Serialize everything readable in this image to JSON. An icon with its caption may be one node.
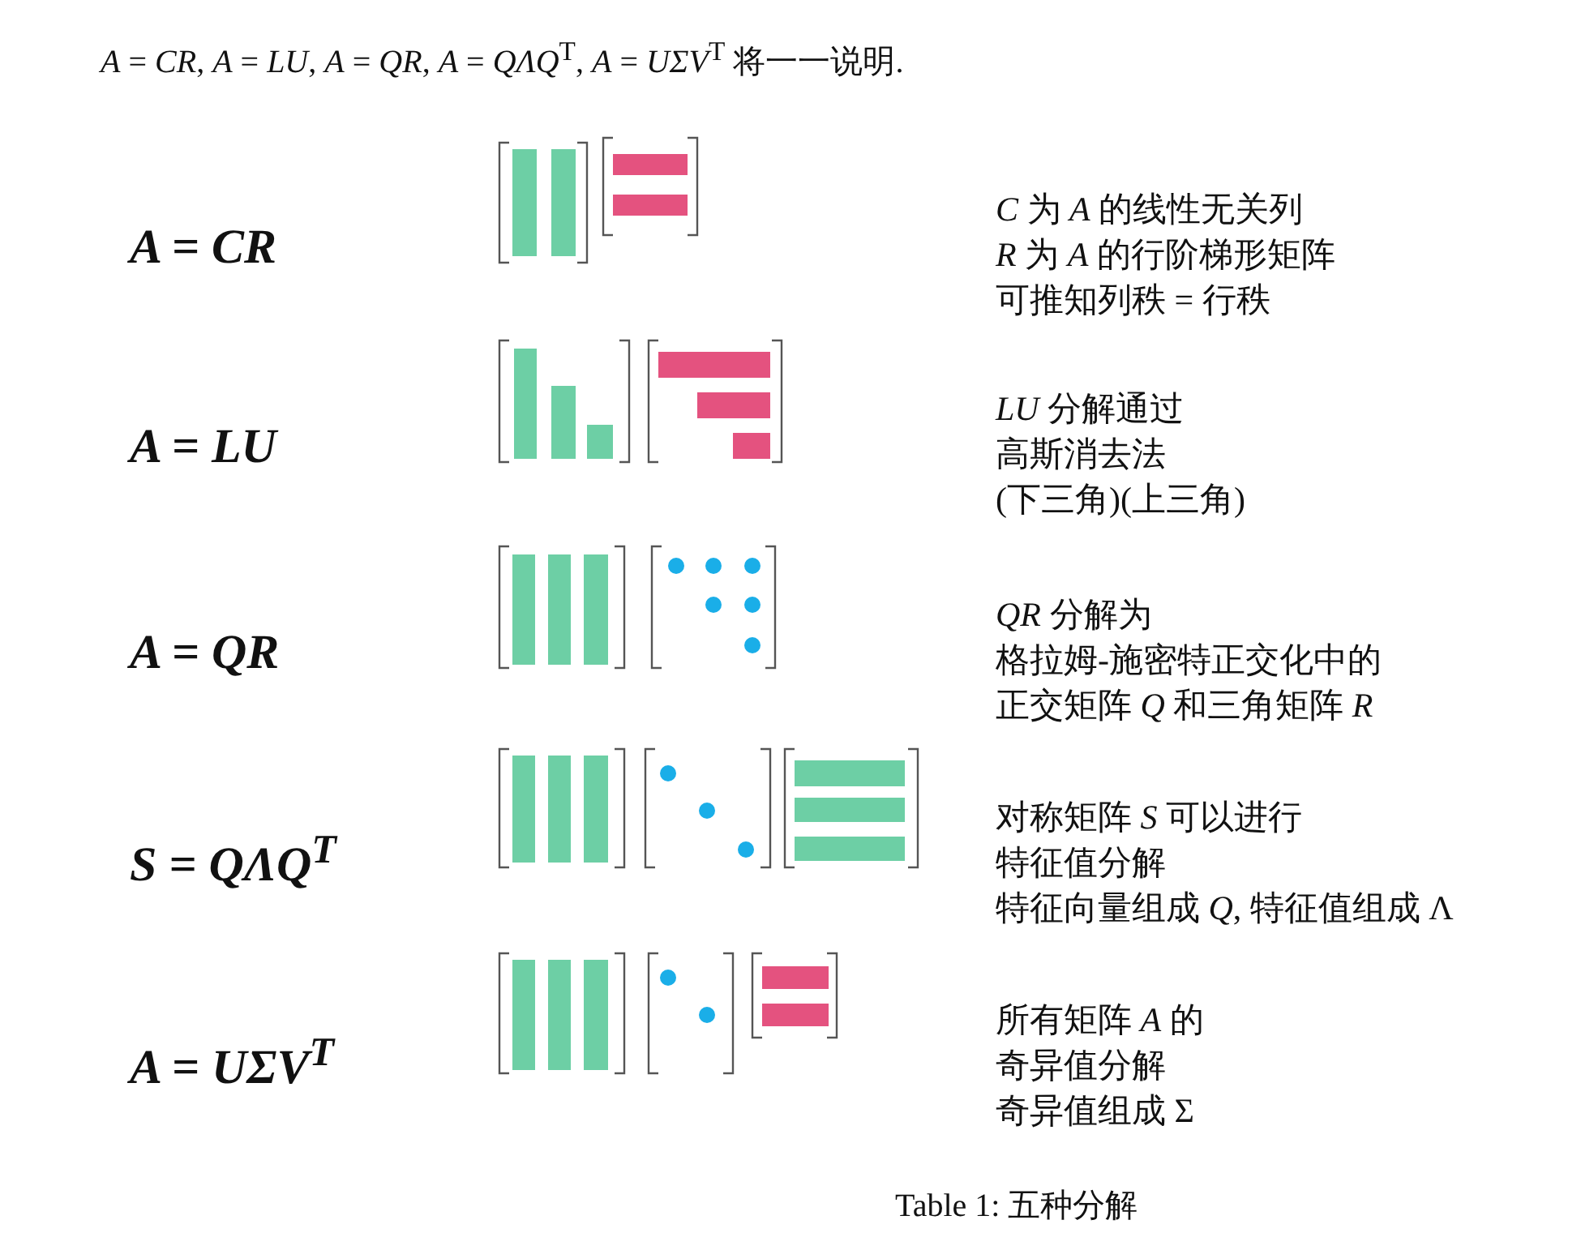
{
  "diagram": {
    "title": "*A* = *CR*, *A* = *LU*, *A* = *QR*, *A* = *QΛQ*$^{T}$, *A* = *UΣV*$^{T}$ 将一一说明.",
    "caption": "Table 1: 五种分解",
    "labels": [
      "A = CR",
      "*C* 为 *A* 的线性无关列",
      "*R* 为 *A* 的行阶梯形矩阵",
      "可推知列秩 = 行秩",
      "A = LU",
      "*LU* 分解通过",
      "高斯消去法",
      "(下三角)(上三角)",
      "A = QR",
      "*QR* 分解为",
      "格拉姆-施密特正交化中的",
      "正交矩阵 *Q* 和三角矩阵 *R*",
      "S = QΛQ$^{T}$",
      "对称矩阵 *S* 可以进行",
      "特征值分解",
      "特征向量组成 *Q*, 特征值组成 Λ",
      "A = UΣV$^{T}$",
      "所有矩阵 *A* 的",
      "奇异值分解",
      "奇异值组成 Σ"
    ]
  }
}
